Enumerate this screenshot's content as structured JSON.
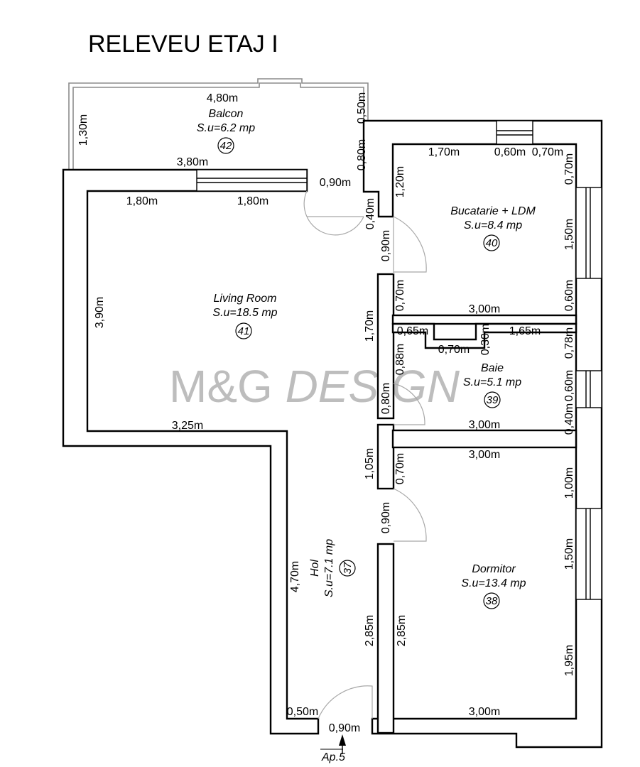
{
  "title": "RELEVEU ETAJ I",
  "watermark": {
    "bold": "M&G",
    "italic": "DESIGN",
    "color": "#bdbdbd"
  },
  "rooms": [
    {
      "key": "balcon",
      "name": "Balcon",
      "area": "S.u=6.2 mp",
      "number": "42"
    },
    {
      "key": "bucatarie",
      "name": "Bucatarie + LDM",
      "area": "S.u=8.4 mp",
      "number": "40"
    },
    {
      "key": "living",
      "name": "Living Room",
      "area": "S.u=18.5 mp",
      "number": "41"
    },
    {
      "key": "baie",
      "name": "Baie",
      "area": "S.u=5.1 mp",
      "number": "39"
    },
    {
      "key": "hol",
      "name": "Hol",
      "area": "S.u=7.1 mp",
      "number": "37"
    },
    {
      "key": "dormitor",
      "name": "Dormitor",
      "area": "S.u=13.4 mp",
      "number": "38"
    }
  ],
  "dimensions": {
    "balcon_width": "4,80m",
    "balcon_depth": "1,30m",
    "balcon_step": "0,50m",
    "living_top": "3,80m",
    "living_sub1": "1,80m",
    "living_sub2": "1,80m",
    "living_door": "0,90m",
    "living_side": "3,90m",
    "living_bottom": "3,25m",
    "corridor_top": "0,80m",
    "corridor_step": "0,40m",
    "kitchen_door": "0,90m",
    "kitchen_wall1": "1,20m",
    "kitchen_top1": "1,70m",
    "kitchen_top2": "0,60m",
    "kitchen_top3": "0,70m",
    "kitchen_right1": "0,70m",
    "kitchen_right2": "1,50m",
    "kitchen_right3": "0,60m",
    "kitchen_bottom": "3,00m",
    "kitchen_inner": "0,70m",
    "pillar_height": "1,70m",
    "baie_top1": "0,65m",
    "baie_notch": "0,30m",
    "baie_notch_w": "0,70m",
    "baie_top2": "1,65m",
    "baie_left": "0,88m",
    "baie_door": "0,80m",
    "baie_right1": "0,78m",
    "baie_right2": "0,60m",
    "baie_right3": "0,40m",
    "baie_bottom": "3,00m",
    "pillar2_height": "1,05m",
    "dorm_wall1": "0,70m",
    "dorm_door": "0,90m",
    "dorm_top": "3,00m",
    "dorm_right1": "1,00m",
    "dorm_right2": "1,50m",
    "dorm_right3": "1,95m",
    "dorm_left": "2,85m",
    "dorm_bottom": "3,00m",
    "hol_left": "4,70m",
    "hol_right": "2,85m",
    "hol_step": "0,50m",
    "entrance": "0,90m"
  },
  "entrance_label": "Ap.5"
}
